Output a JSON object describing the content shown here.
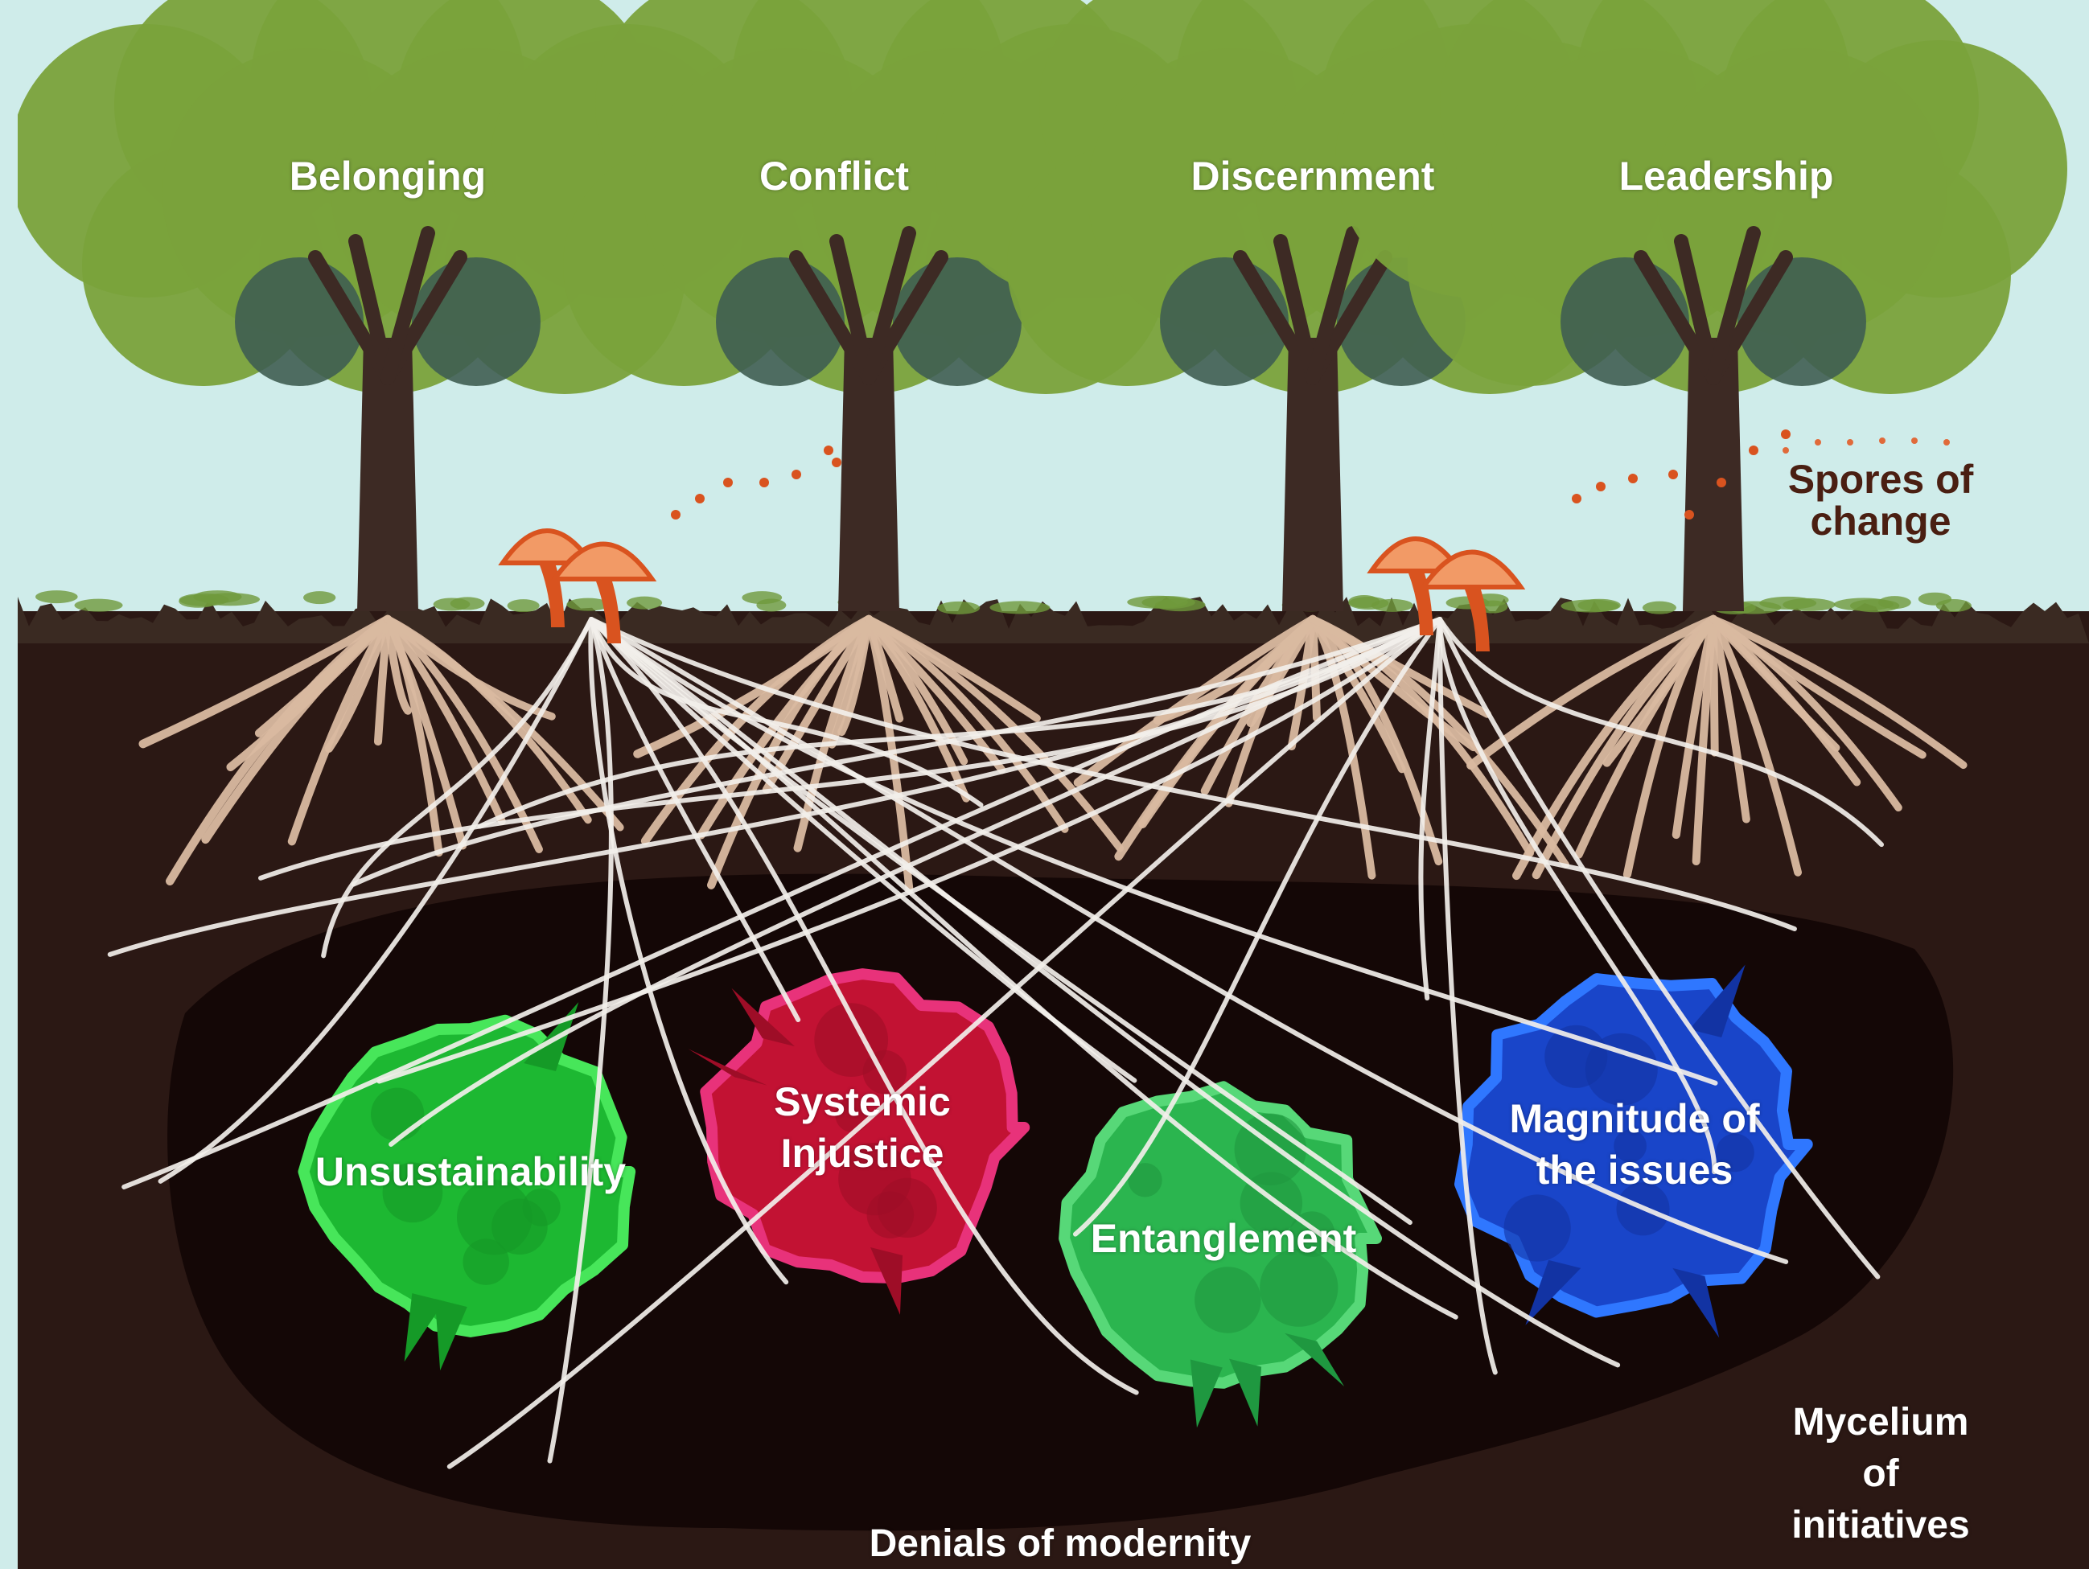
{
  "trees": [
    {
      "label": "Belonging"
    },
    {
      "label": "Conflict"
    },
    {
      "label": "Discernment"
    },
    {
      "label": "Leadership"
    }
  ],
  "blobs": [
    {
      "label": "Unsustainability",
      "color": "#1db832",
      "shade": "#159a27",
      "edge": "#47e65a"
    },
    {
      "label": "Systemic\nInjustice",
      "color": "#c21233",
      "shade": "#9e0d27",
      "edge": "#e8327a"
    },
    {
      "label": "Entanglement",
      "color": "#2bb54f",
      "shade": "#1f9840",
      "edge": "#57d878"
    },
    {
      "label": "Magnitude of\nthe issues",
      "color": "#1945c9",
      "shade": "#1233a3",
      "edge": "#2f77ff"
    }
  ],
  "annotations": {
    "spores": "Spores of\nchange",
    "mycelium": "Mycelium\nof initiatives",
    "denials": "Denials of modernity"
  },
  "colors": {
    "sky": "#cfecea",
    "foliage": "#7aa23b",
    "trunk": "#3d2a24",
    "soil": "#2b1814",
    "deep_soil": "#140706",
    "roots": "#d9b9a0",
    "mycelium": "#f2efea",
    "mushroom": "#d9531f"
  }
}
